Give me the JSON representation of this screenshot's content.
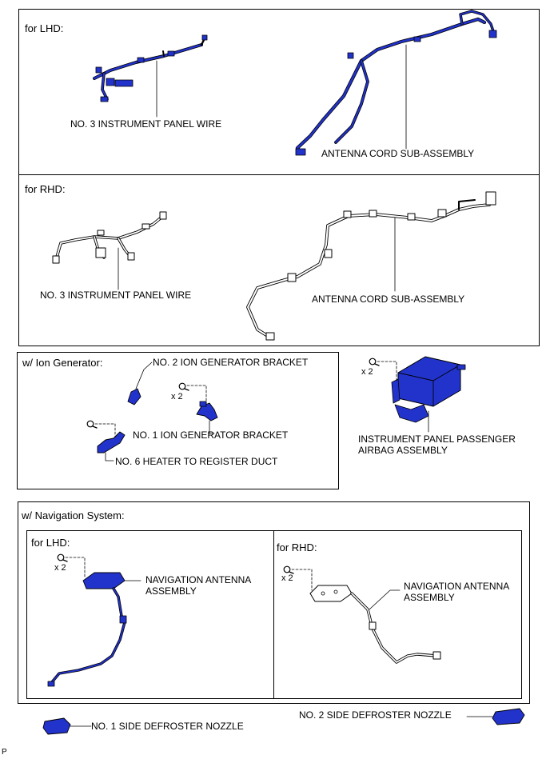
{
  "sections": {
    "top": {
      "lhd_header": "for LHD:",
      "rhd_header": "for RHD:",
      "lhd_panel_wire": "NO. 3 INSTRUMENT PANEL WIRE",
      "lhd_antenna_cord": "ANTENNA CORD SUB-ASSEMBLY",
      "rhd_panel_wire": "NO. 3 INSTRUMENT PANEL WIRE",
      "rhd_antenna_cord": "ANTENNA CORD SUB-ASSEMBLY"
    },
    "ion": {
      "header": "w/ Ion Generator:",
      "bracket2": "NO. 2 ION GENERATOR BRACKET",
      "bracket1": "NO. 1 ION GENERATOR BRACKET",
      "duct": "NO. 6 HEATER TO REGISTER DUCT",
      "qty": "x 2"
    },
    "airbag": {
      "qty": "x 2",
      "label_line1": "INSTRUMENT PANEL PASSENGER",
      "label_line2": "AIRBAG ASSEMBLY"
    },
    "nav": {
      "header": "w/ Navigation System:",
      "lhd_header": "for LHD:",
      "rhd_header": "for RHD:",
      "lhd_qty": "x 2",
      "rhd_qty": "x 2",
      "lhd_label_line1": "NAVIGATION ANTENNA",
      "lhd_label_line2": "ASSEMBLY",
      "rhd_label_line1": "NAVIGATION ANTENNA",
      "rhd_label_line2": "ASSEMBLY"
    },
    "bottom": {
      "nozzle1": "NO. 1 SIDE DEFROSTER NOZZLE",
      "nozzle2": "NO. 2 SIDE DEFROSTER NOZZLE"
    },
    "corner_mark": "P"
  },
  "colors": {
    "part_highlight": "#2233cc",
    "part_outline": "#000000",
    "frame": "#000000"
  }
}
